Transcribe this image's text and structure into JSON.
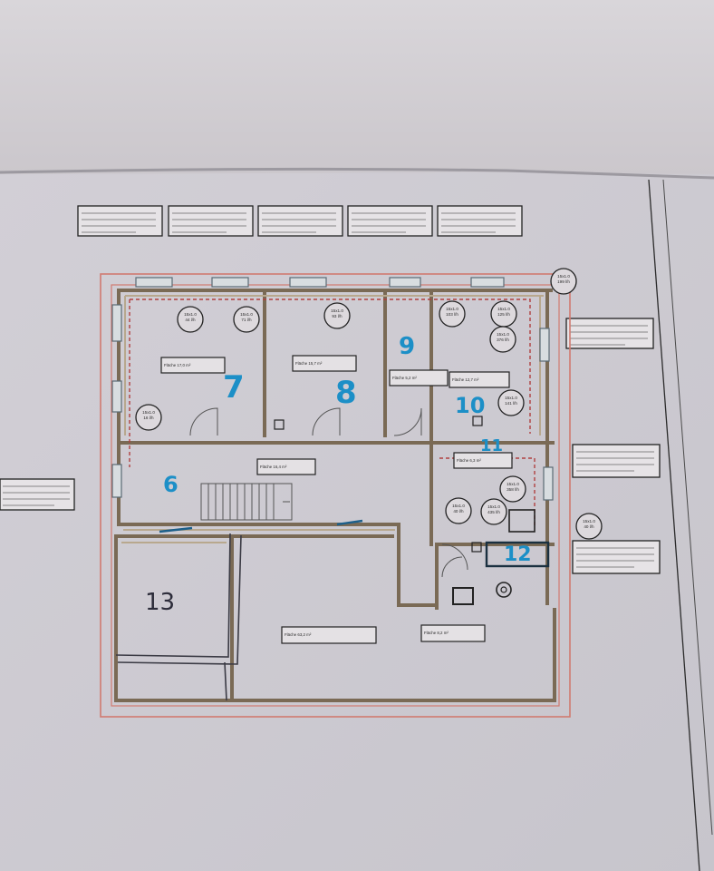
{
  "room_numbers": [
    {
      "id": "r7",
      "text": "7"
    },
    {
      "id": "r8",
      "text": "8"
    },
    {
      "id": "r9",
      "text": "9"
    },
    {
      "id": "r10",
      "text": "10"
    },
    {
      "id": "r11",
      "text": "11"
    },
    {
      "id": "r6",
      "text": "6"
    },
    {
      "id": "r12",
      "text": "12"
    },
    {
      "id": "r13",
      "text": "13"
    }
  ],
  "room_labels": [
    {
      "id": "lbl-7",
      "lines": [
        "",
        "Fläche 17,0 m²",
        ""
      ]
    },
    {
      "id": "lbl-8",
      "lines": [
        "",
        "Fläche 15,7 m²",
        ""
      ]
    },
    {
      "id": "lbl-9",
      "lines": [
        "",
        "Fläche 5,2 m²",
        ""
      ]
    },
    {
      "id": "lbl-10",
      "lines": [
        "",
        "Fläche 12,7 m²",
        ""
      ]
    },
    {
      "id": "lbl-11",
      "lines": [
        "",
        "Fläche 6,3 m²",
        ""
      ]
    },
    {
      "id": "lbl-6",
      "lines": [
        "",
        "Fläche 16,4 m²",
        ""
      ]
    },
    {
      "id": "lbl-13",
      "lines": [
        "",
        "Fläche 63,2 m²",
        ""
      ]
    },
    {
      "id": "lbl-bad",
      "lines": [
        "",
        "Fläche 8,2 m²",
        ""
      ]
    }
  ],
  "circle_tags": [
    {
      "id": "c7a",
      "lines": [
        "15x1.0",
        "44 l/h",
        ""
      ]
    },
    {
      "id": "c7b",
      "lines": [
        "15x1.0",
        "71 l/h",
        ""
      ]
    },
    {
      "id": "c7c",
      "lines": [
        "15x1.0",
        "16 l/h",
        ""
      ]
    },
    {
      "id": "c8a",
      "lines": [
        "15x1.0",
        "93 l/h",
        ""
      ]
    },
    {
      "id": "c10a",
      "lines": [
        "15x1.0",
        "103 l/h",
        ""
      ]
    },
    {
      "id": "c10b",
      "lines": [
        "15x1.0",
        "125 l/h",
        ""
      ]
    },
    {
      "id": "c10c",
      "lines": [
        "15x1.0",
        "376 l/h",
        ""
      ]
    },
    {
      "id": "c10d",
      "lines": [
        "15x1.0",
        "141 l/h",
        ""
      ]
    },
    {
      "id": "c11a",
      "lines": [
        "15x1.0",
        "40 l/h",
        ""
      ]
    },
    {
      "id": "c11b",
      "lines": [
        "15x1.0",
        "435 l/h",
        ""
      ]
    },
    {
      "id": "c11c",
      "lines": [
        "15x1.0",
        "358 l/h",
        ""
      ]
    },
    {
      "id": "cext1",
      "lines": [
        "15x1.0",
        "199 l/h",
        ""
      ]
    },
    {
      "id": "cext2",
      "lines": [
        "15x1.0",
        "40 l/h",
        ""
      ]
    }
  ]
}
